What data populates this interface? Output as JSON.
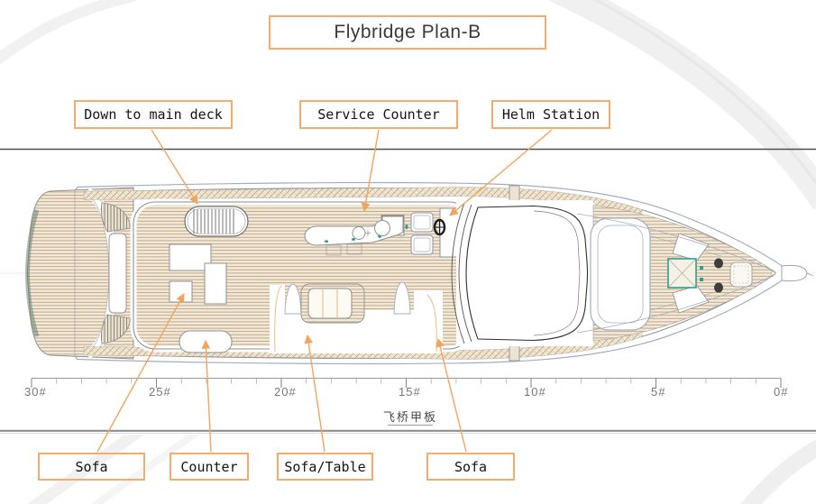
{
  "title": "Flybridge Plan-B",
  "callouts": {
    "top": [
      {
        "label": "Down to main deck"
      },
      {
        "label": "Service Counter"
      },
      {
        "label": "Helm Station"
      }
    ],
    "bottom": [
      {
        "label": "Sofa"
      },
      {
        "label": "Counter"
      },
      {
        "label": "Sofa/Table"
      },
      {
        "label": "Sofa"
      }
    ]
  },
  "ruler": {
    "labels": [
      "30#",
      "25#",
      "20#",
      "15#",
      "10#",
      "5#",
      "0#"
    ]
  },
  "footer": {
    "deck_caption": "飞桥甲板"
  },
  "colors": {
    "accent_orange": "#F2AC6C",
    "leader_orange": "#F2A45C",
    "teak_fill": "#F1E8D7",
    "teak_line": "#B69A78",
    "teal_accent": "#2F9E8F",
    "hull_outline": "#8F8F8F",
    "rail_blue": "#A4ADC0",
    "ruler_text": "#767676"
  }
}
